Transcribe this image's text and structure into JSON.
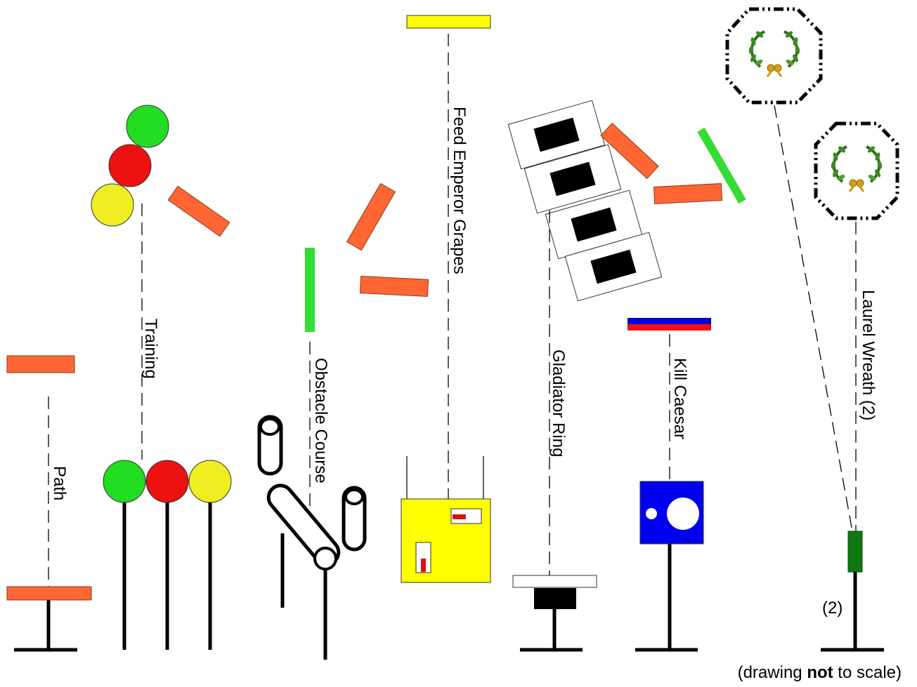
{
  "stations": {
    "path": "Path",
    "training": "Training",
    "obstacle": "Obstacle Course",
    "grapes": "Feed Emperor Grapes",
    "gladiator": "Gladiator Ring",
    "caesar": "Kill Caesar",
    "wreath": "Laurel Wreath (2)"
  },
  "wreath_post_count": "(2)",
  "footnote": {
    "prefix": "(drawing ",
    "emphasis": "not",
    "suffix": " to scale)"
  },
  "colors": {
    "orange_block": "#ff6633",
    "green_bar": "#33dd33",
    "ball_green": "#22dd22",
    "ball_red": "#ee1111",
    "ball_yellow": "#eeee22",
    "grapes_box": "#ffff00",
    "caesar_box": "#0000ee",
    "caesar_stripe_top": "#0000dd",
    "caesar_stripe_bottom": "#ee1111",
    "wreath_post": "#117711"
  },
  "icons": [
    "laurel-wreath-icon",
    "laurel-wreath-icon"
  ]
}
